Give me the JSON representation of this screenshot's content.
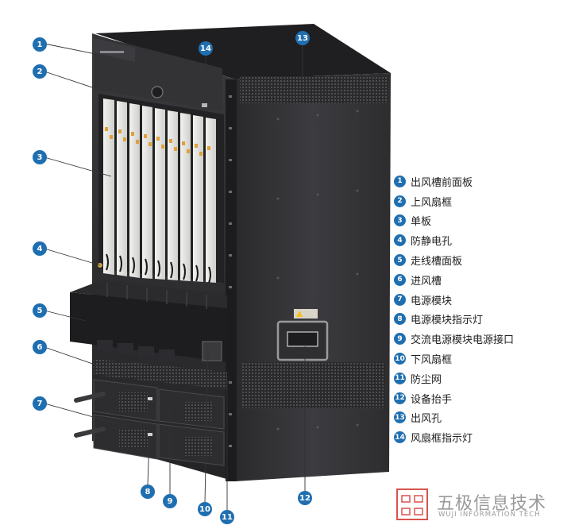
{
  "callouts": [
    {
      "num": "1",
      "label": "出风槽前面板"
    },
    {
      "num": "2",
      "label": "上风扇框"
    },
    {
      "num": "3",
      "label": "单板"
    },
    {
      "num": "4",
      "label": "防静电孔"
    },
    {
      "num": "5",
      "label": "走线槽面板"
    },
    {
      "num": "6",
      "label": "进风槽"
    },
    {
      "num": "7",
      "label": "电源模块"
    },
    {
      "num": "8",
      "label": "电源模块指示灯"
    },
    {
      "num": "9",
      "label": "交流电源模块电源接口"
    },
    {
      "num": "10",
      "label": "下风扇框"
    },
    {
      "num": "11",
      "label": "防尘网"
    },
    {
      "num": "12",
      "label": "设备抬手"
    },
    {
      "num": "13",
      "label": "出风孔"
    },
    {
      "num": "14",
      "label": "风扇框指示灯"
    }
  ],
  "watermark": {
    "name": "五极信息技术",
    "subtitle": "WUJI INFORMATION TECH"
  },
  "colors": {
    "callout": "#1f6fb0",
    "chassis_dark": "#2b2b2d",
    "chassis_side": "#3a3a3d",
    "watermark_logo": "#d9534f"
  }
}
